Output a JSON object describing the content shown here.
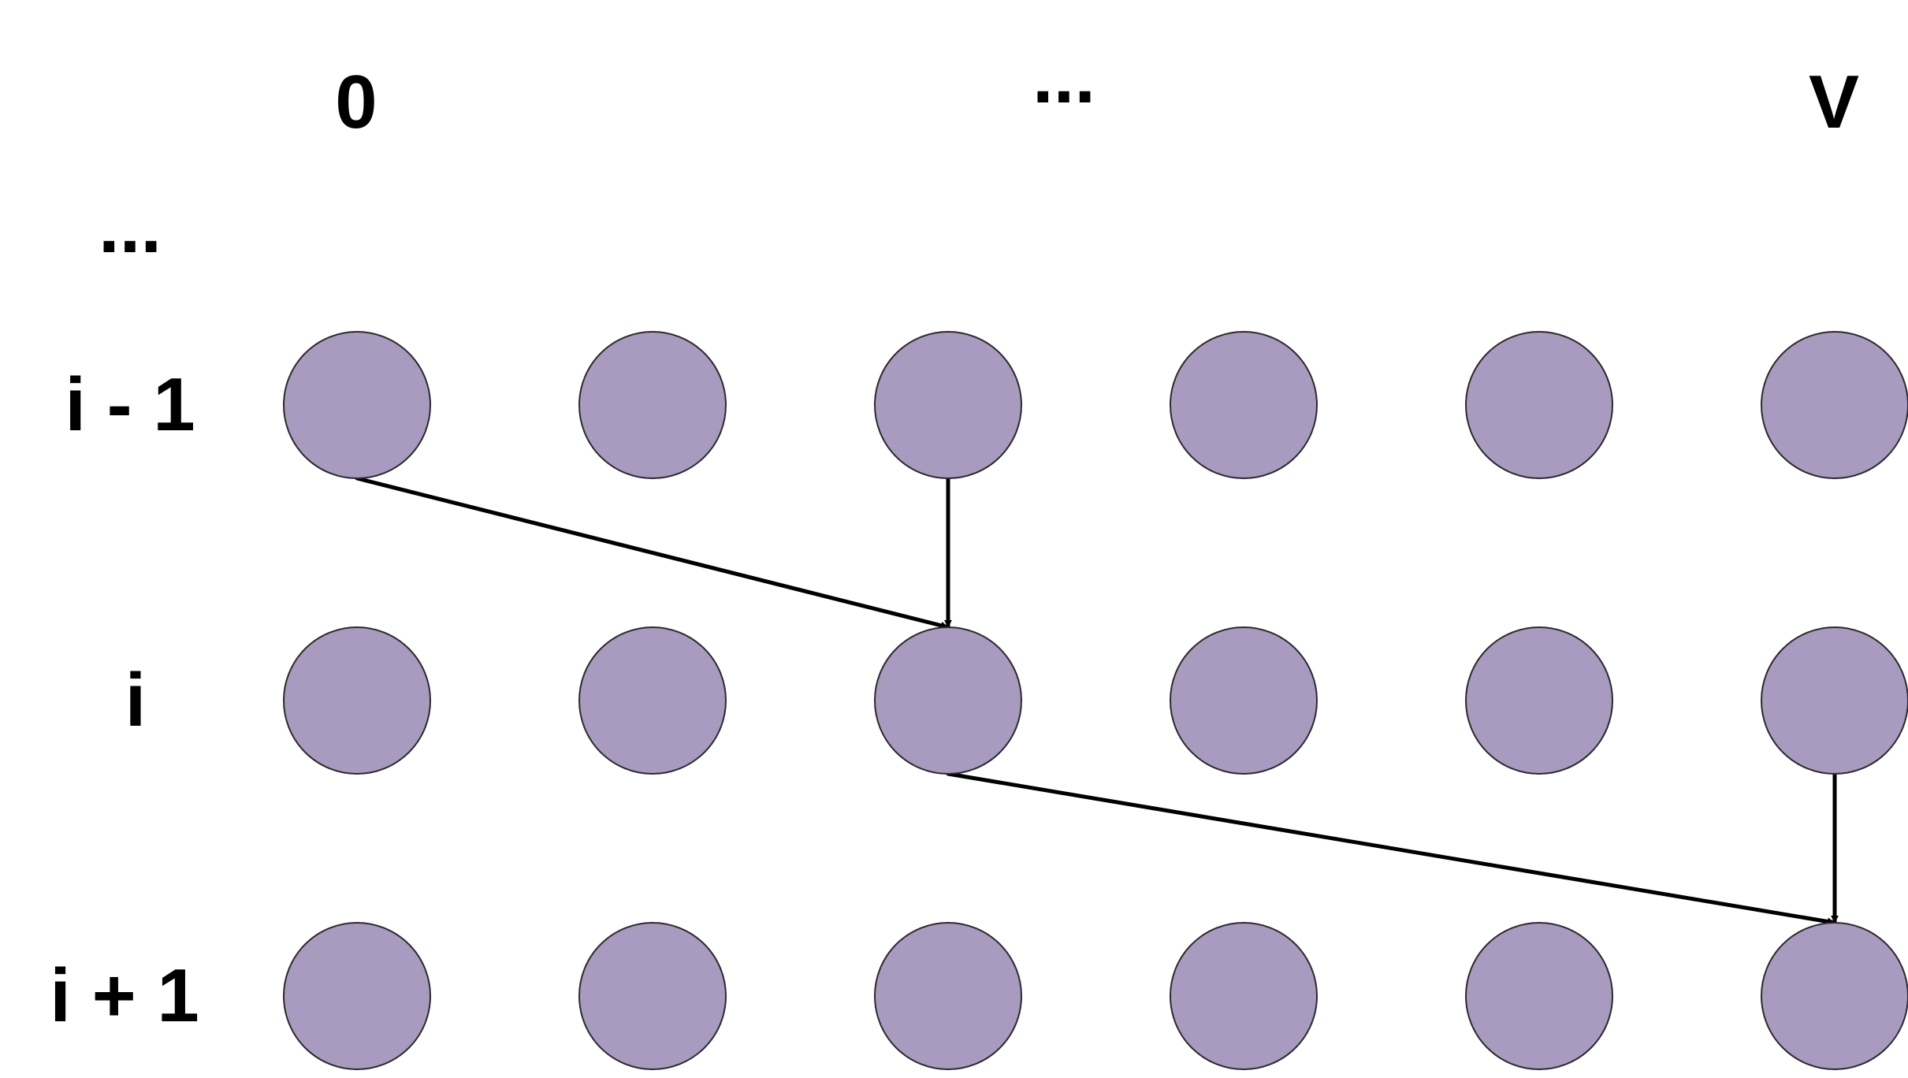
{
  "column_labels": {
    "first": "0",
    "middle": "...",
    "last": "V"
  },
  "row_labels": {
    "ellipsis": "...",
    "prev": "i - 1",
    "current": "i",
    "next": "i + 1"
  },
  "grid": {
    "rows": 3,
    "columns": 6
  },
  "colors": {
    "node_fill": "#a99ac0",
    "node_stroke": "#2b2b2b",
    "edge": "#000000"
  },
  "edges": [
    {
      "from": {
        "row": 0,
        "col": 0
      },
      "to": {
        "row": 1,
        "col": 2
      }
    },
    {
      "from": {
        "row": 0,
        "col": 2
      },
      "to": {
        "row": 1,
        "col": 2
      }
    },
    {
      "from": {
        "row": 1,
        "col": 2
      },
      "to": {
        "row": 2,
        "col": 5
      }
    },
    {
      "from": {
        "row": 1,
        "col": 5
      },
      "to": {
        "row": 2,
        "col": 5
      }
    }
  ]
}
